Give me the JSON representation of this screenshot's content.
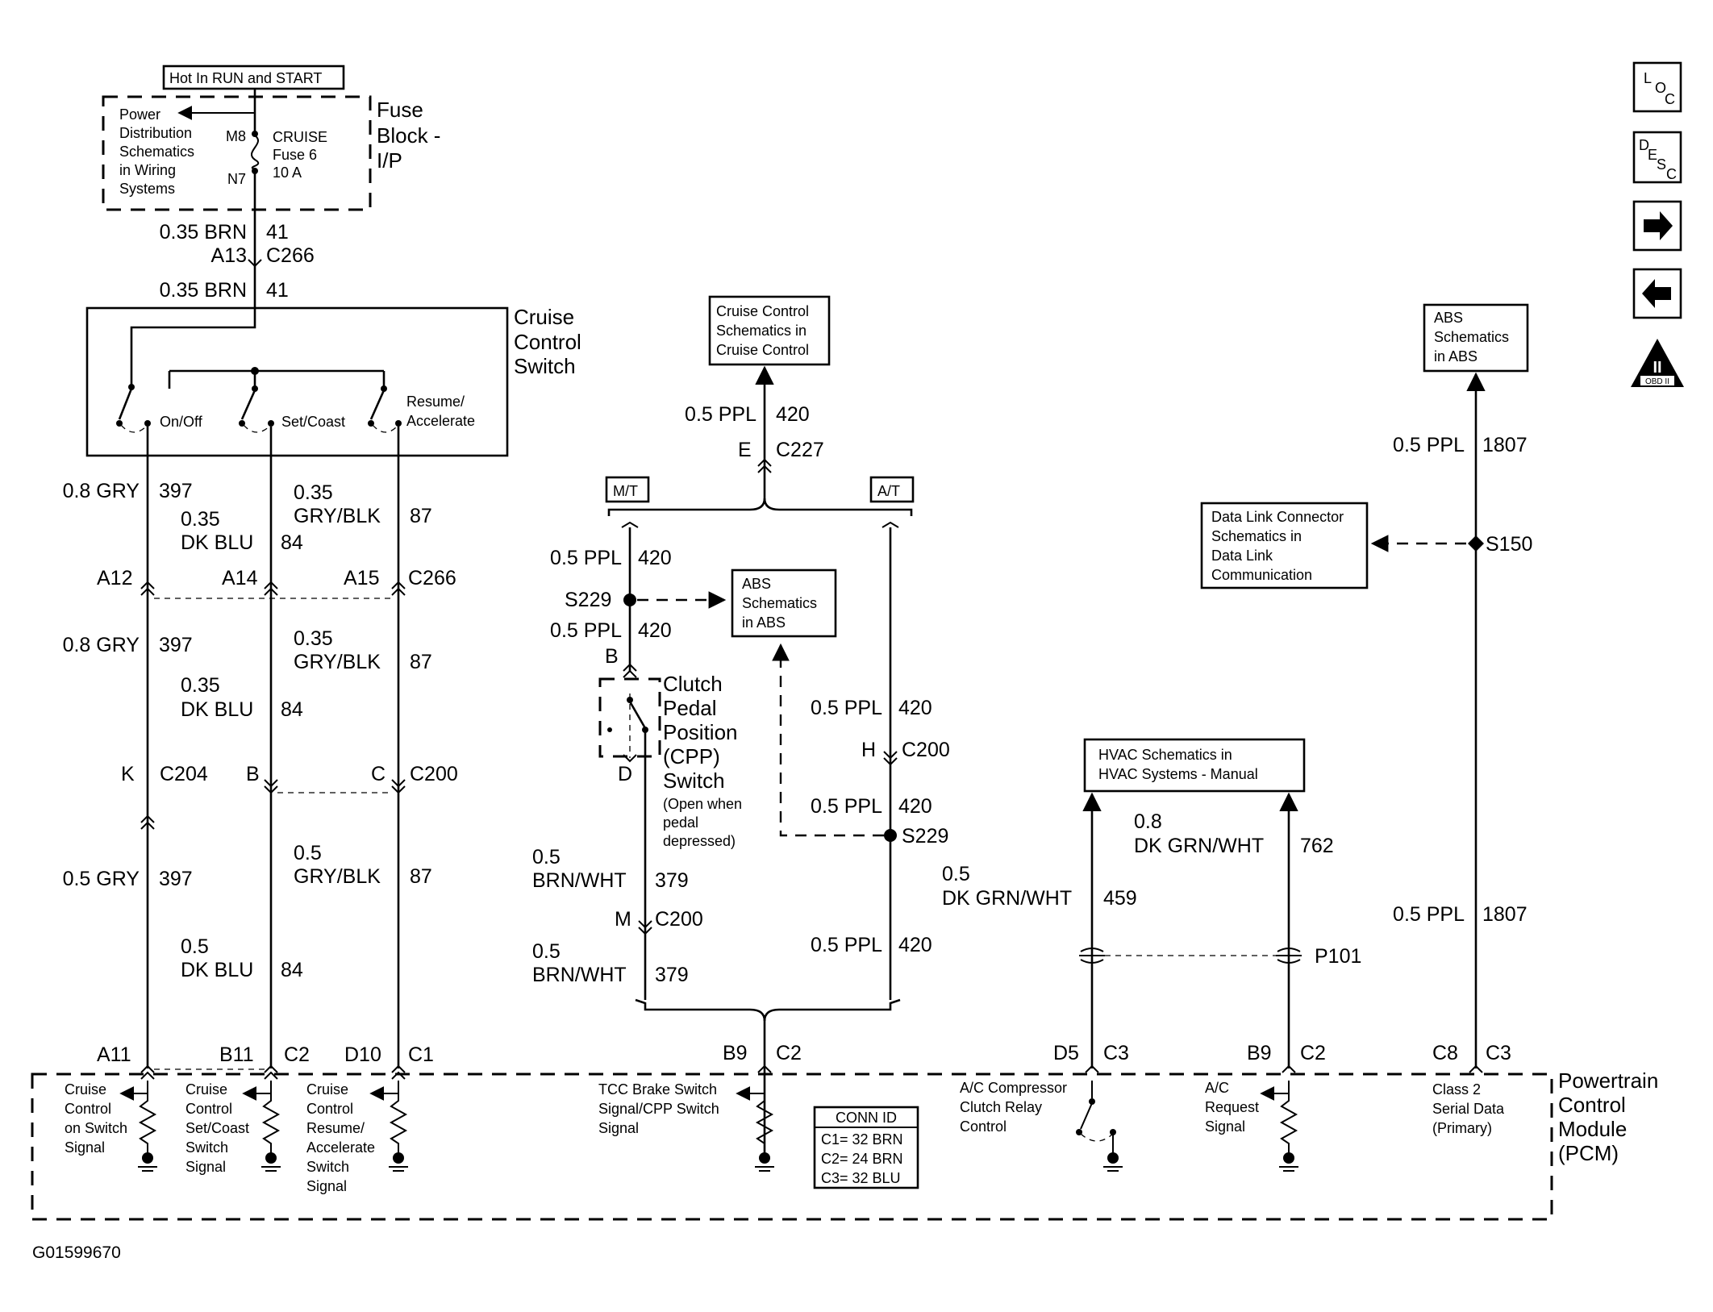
{
  "fuse": {
    "hot_label": "Hot In RUN and START",
    "power_note": [
      "Power",
      "Distribution",
      "Schematics",
      "in Wiring",
      "Systems"
    ],
    "pin_m8": "M8",
    "pin_n7": "N7",
    "fuse_label": [
      "CRUISE",
      "Fuse 6",
      "10 A"
    ],
    "block_title": [
      "Fuse",
      "Block -",
      "I/P"
    ]
  },
  "top_wire": {
    "size1": "0.35 BRN",
    "circ1": "41",
    "pin": "A13",
    "conn": "C266",
    "size2": "0.35 BRN",
    "circ2": "41"
  },
  "cruise_switch": {
    "title": [
      "Cruise",
      "Control",
      "Switch"
    ],
    "on_off": "On/Off",
    "set_coast": "Set/Coast",
    "resume": [
      "Resume/",
      "Accelerate"
    ]
  },
  "upper_wires": {
    "w397_size": "0.8 GRY",
    "w397_circ": "397",
    "w84_size": [
      "0.35",
      "DK BLU"
    ],
    "w84_circ": "84",
    "w87_size": [
      "0.35",
      "GRY/BLK"
    ],
    "w87_circ": "87",
    "c266_pins": [
      "A12",
      "A14",
      "A15"
    ],
    "c266_conn": "C266"
  },
  "mid_wires": {
    "w397_size": "0.8 GRY",
    "w397_circ": "397",
    "w84_size": [
      "0.35",
      "DK BLU"
    ],
    "w84_circ": "84",
    "w87_size": [
      "0.35",
      "GRY/BLK"
    ],
    "w87_circ": "87",
    "c204_pin": "K",
    "c204_conn": "C204",
    "c200_pins": [
      "B",
      "C"
    ],
    "c200_conn": "C200"
  },
  "lower_wires": {
    "w397_size": "0.5 GRY",
    "w397_circ": "397",
    "w87_size": [
      "0.5",
      "GRY/BLK"
    ],
    "w87_circ": "87",
    "w84_size": [
      "0.5",
      "DK BLU"
    ],
    "w84_circ": "84"
  },
  "pcm_pins": {
    "a11": "A11",
    "b11": "B11",
    "c2a": "C2",
    "d10": "D10",
    "c1": "C1",
    "b9a": "B9",
    "c2b": "C2",
    "d5": "D5",
    "c3a": "C3",
    "b9b": "B9",
    "c2c": "C2",
    "c8": "C8",
    "c3b": "C3"
  },
  "pcm_signals": {
    "on_switch": [
      "Cruise",
      "Control",
      "on Switch",
      "Signal"
    ],
    "set_coast": [
      "Cruise",
      "Control",
      "Set/Coast",
      "Switch",
      "Signal"
    ],
    "resume": [
      "Cruise",
      "Control",
      "Resume/",
      "Accelerate",
      "Switch",
      "Signal"
    ],
    "tcc": [
      "TCC Brake Switch",
      "Signal/CPP Switch",
      "Signal"
    ],
    "ac_relay": [
      "A/C Compressor",
      "Clutch Relay",
      "Control"
    ],
    "ac_request": [
      "A/C",
      "Request",
      "Signal"
    ],
    "class2": [
      "Class 2",
      "Serial Data",
      "(Primary)"
    ]
  },
  "pcm_title": [
    "Powertrain",
    "Control",
    "Module",
    "(PCM)"
  ],
  "conn_id": {
    "title": "CONN ID",
    "rows": [
      "C1= 32 BRN",
      "C2= 24 BRN",
      "C3= 32 BLU"
    ]
  },
  "center": {
    "cc_box": [
      "Cruise Control",
      "Schematics in",
      "Cruise Control"
    ],
    "top_size": "0.5 PPL",
    "top_circ": "420",
    "c227_pin": "E",
    "c227_conn": "C227",
    "mt": "M/T",
    "at": "A/T",
    "mt_size1": "0.5 PPL",
    "mt_circ1": "420",
    "s229a": "S229",
    "mt_size2": "0.5 PPL",
    "mt_circ2": "420",
    "abs_box": [
      "ABS",
      "Schematics",
      "in ABS"
    ],
    "cpp_pin_b": "B",
    "cpp_pin_d": "D",
    "cpp_title": [
      "Clutch",
      "Pedal",
      "Position",
      "(CPP)",
      "Switch"
    ],
    "cpp_note": [
      "(Open when",
      "pedal",
      "depressed)"
    ],
    "brn_size1": [
      "0.5",
      "BRN/WHT"
    ],
    "brn_circ1": "379",
    "c200_pin": "M",
    "c200_conn": "C200",
    "brn_size2": [
      "0.5",
      "BRN/WHT"
    ],
    "brn_circ2": "379",
    "at_size1": "0.5 PPL",
    "at_circ1": "420",
    "at_pin": "H",
    "at_conn": "C200",
    "at_size2": "0.5 PPL",
    "at_circ2": "420",
    "s229b": "S229",
    "at_size3": "0.5 PPL",
    "at_circ3": "420"
  },
  "hvac": {
    "box": [
      "HVAC Schematics in",
      "HVAC Systems - Manual"
    ],
    "w459_size": [
      "0.5",
      "DK GRN/WHT"
    ],
    "w459_circ": "459",
    "w762_size": [
      "0.8",
      "DK GRN/WHT"
    ],
    "w762_circ": "762",
    "p101": "P101"
  },
  "right": {
    "abs_box": [
      "ABS",
      "Schematics",
      "in ABS"
    ],
    "size1": "0.5 PPL",
    "circ1": "1807",
    "dlc_box": [
      "Data Link Connector",
      "Schematics in",
      "Data Link",
      "Communication"
    ],
    "s150": "S150",
    "size2": "0.5 PPL",
    "circ2": "1807"
  },
  "nav": {
    "loc": [
      "L",
      "O",
      "C"
    ],
    "desc": [
      "D",
      "E",
      "S",
      "C"
    ],
    "obd": [
      "II",
      "OBD II"
    ]
  },
  "figure_id": "G01599670"
}
